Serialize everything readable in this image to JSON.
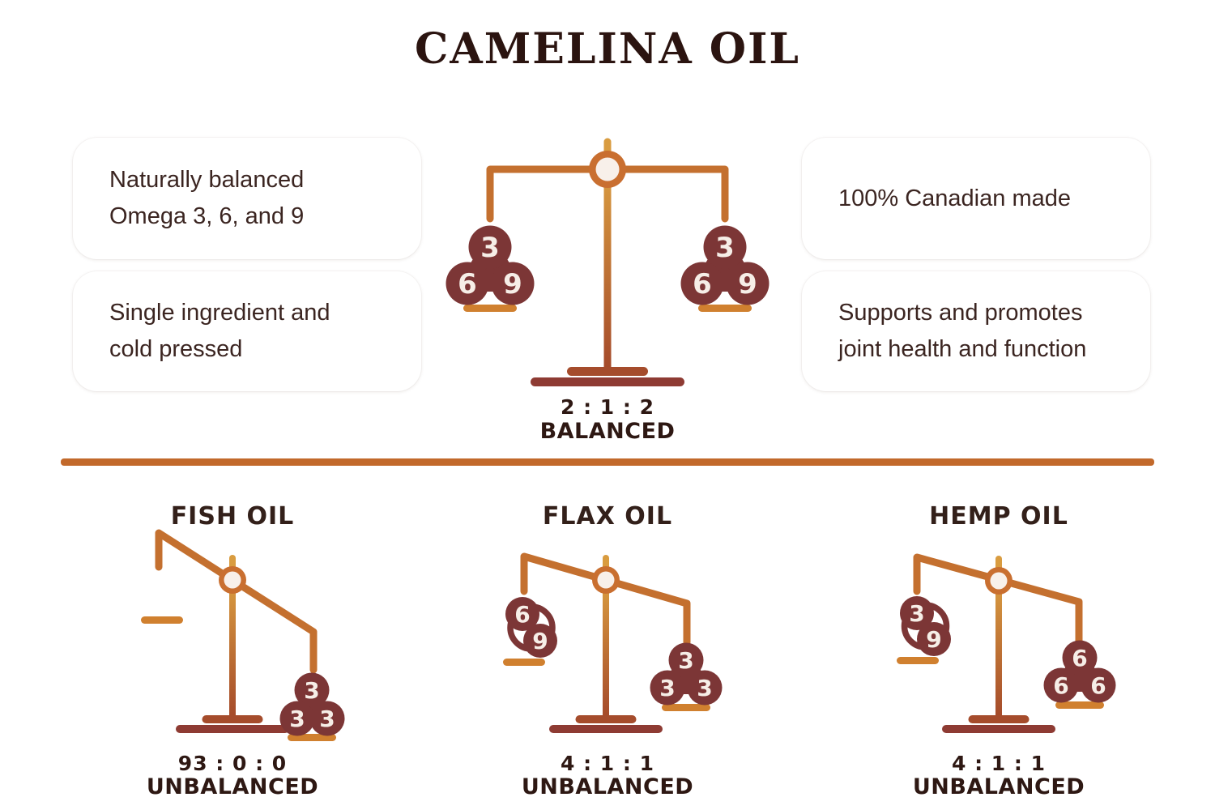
{
  "title": "CAMELINA OIL",
  "info_boxes": [
    {
      "id": "naturally-balanced",
      "lines": [
        "Naturally balanced",
        "Omega 3, 6, and 9"
      ]
    },
    {
      "id": "single-ingredient",
      "lines": [
        "Single ingredient and",
        "cold pressed"
      ]
    },
    {
      "id": "canadian-made",
      "lines": [
        "100% Canadian made"
      ]
    },
    {
      "id": "joint-health",
      "lines": [
        "Supports and promotes",
        "joint health and function"
      ]
    }
  ],
  "center_scale": {
    "left_weights": [
      "3",
      "6",
      "9"
    ],
    "right_weights": [
      "3",
      "6",
      "9"
    ],
    "ratio": "2 : 1 : 2",
    "status": "BALANCED"
  },
  "comparison_scales": [
    {
      "name": "FISH OIL",
      "left_weights": [],
      "right_weights": [
        "3",
        "3",
        "3"
      ],
      "ratio": "93 : 0 : 0",
      "status": "UNBALANCED"
    },
    {
      "name": "FLAX OIL",
      "left_weights": [
        "6",
        "9"
      ],
      "right_weights": [
        "3",
        "3",
        "3"
      ],
      "ratio": "4 : 1 : 1",
      "status": "UNBALANCED"
    },
    {
      "name": "HEMP OIL",
      "left_weights": [
        "3",
        "9"
      ],
      "right_weights": [
        "6",
        "6",
        "6"
      ],
      "ratio": "4 : 1 : 1",
      "status": "UNBALANCED"
    }
  ],
  "colors": {
    "beam_orange": "#C4702F",
    "golden": "#D99C40",
    "rust": "#A4492A",
    "base_maroon": "#8E3B33",
    "pan_orange": "#D0802F",
    "weight_maroon": "#7C3636",
    "number_cream": "#F6EEE7",
    "divider_orange": "#C2692B",
    "dark_text": "#2E1813",
    "body_text": "#3B2521"
  }
}
